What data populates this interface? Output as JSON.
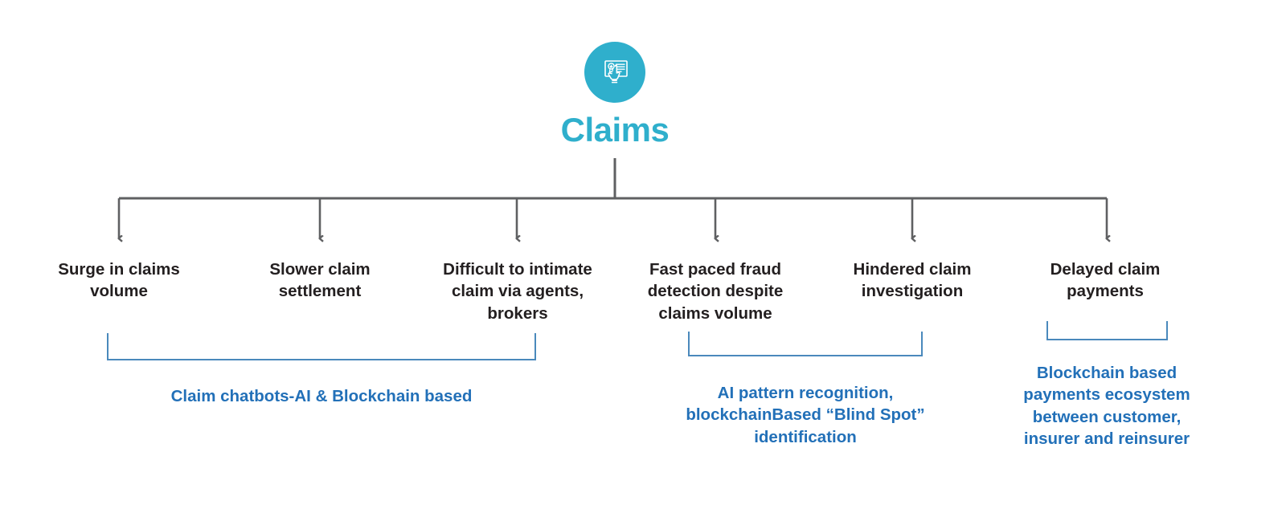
{
  "diagram": {
    "title": "Claims",
    "root_icon": "claim-certificate-hand-icon",
    "colors": {
      "brand_teal": "#2FAFCC",
      "problem_text": "#231f20",
      "solution_text": "#2270B8",
      "connector_gray": "#5F6062",
      "bracket_blue": "#4A89BC"
    },
    "problems": [
      {
        "id": "surge-in-claims-volume",
        "label": "Surge in claims volume"
      },
      {
        "id": "slower-claim-settlement",
        "label": "Slower claim settlement"
      },
      {
        "id": "difficult-to-intimate-claim",
        "label": "Difficult to intimate claim via agents, brokers"
      },
      {
        "id": "fast-paced-fraud-detection",
        "label": "Fast paced fraud detection despite claims volume"
      },
      {
        "id": "hindered-claim-investigation",
        "label": "Hindered claim investigation"
      },
      {
        "id": "delayed-claim-payments",
        "label": "Delayed claim payments"
      }
    ],
    "solutions": [
      {
        "id": "claim-chatbots-solution",
        "label": "Claim chatbots-AI & Blockchain based"
      },
      {
        "id": "ai-pattern-recognition-solution",
        "label": "AI pattern recognition, blockchainBased “Blind Spot” identification"
      },
      {
        "id": "blockchain-payments-solution",
        "label": "Blockchain based payments ecosystem between customer, insurer and reinsurer"
      }
    ]
  }
}
